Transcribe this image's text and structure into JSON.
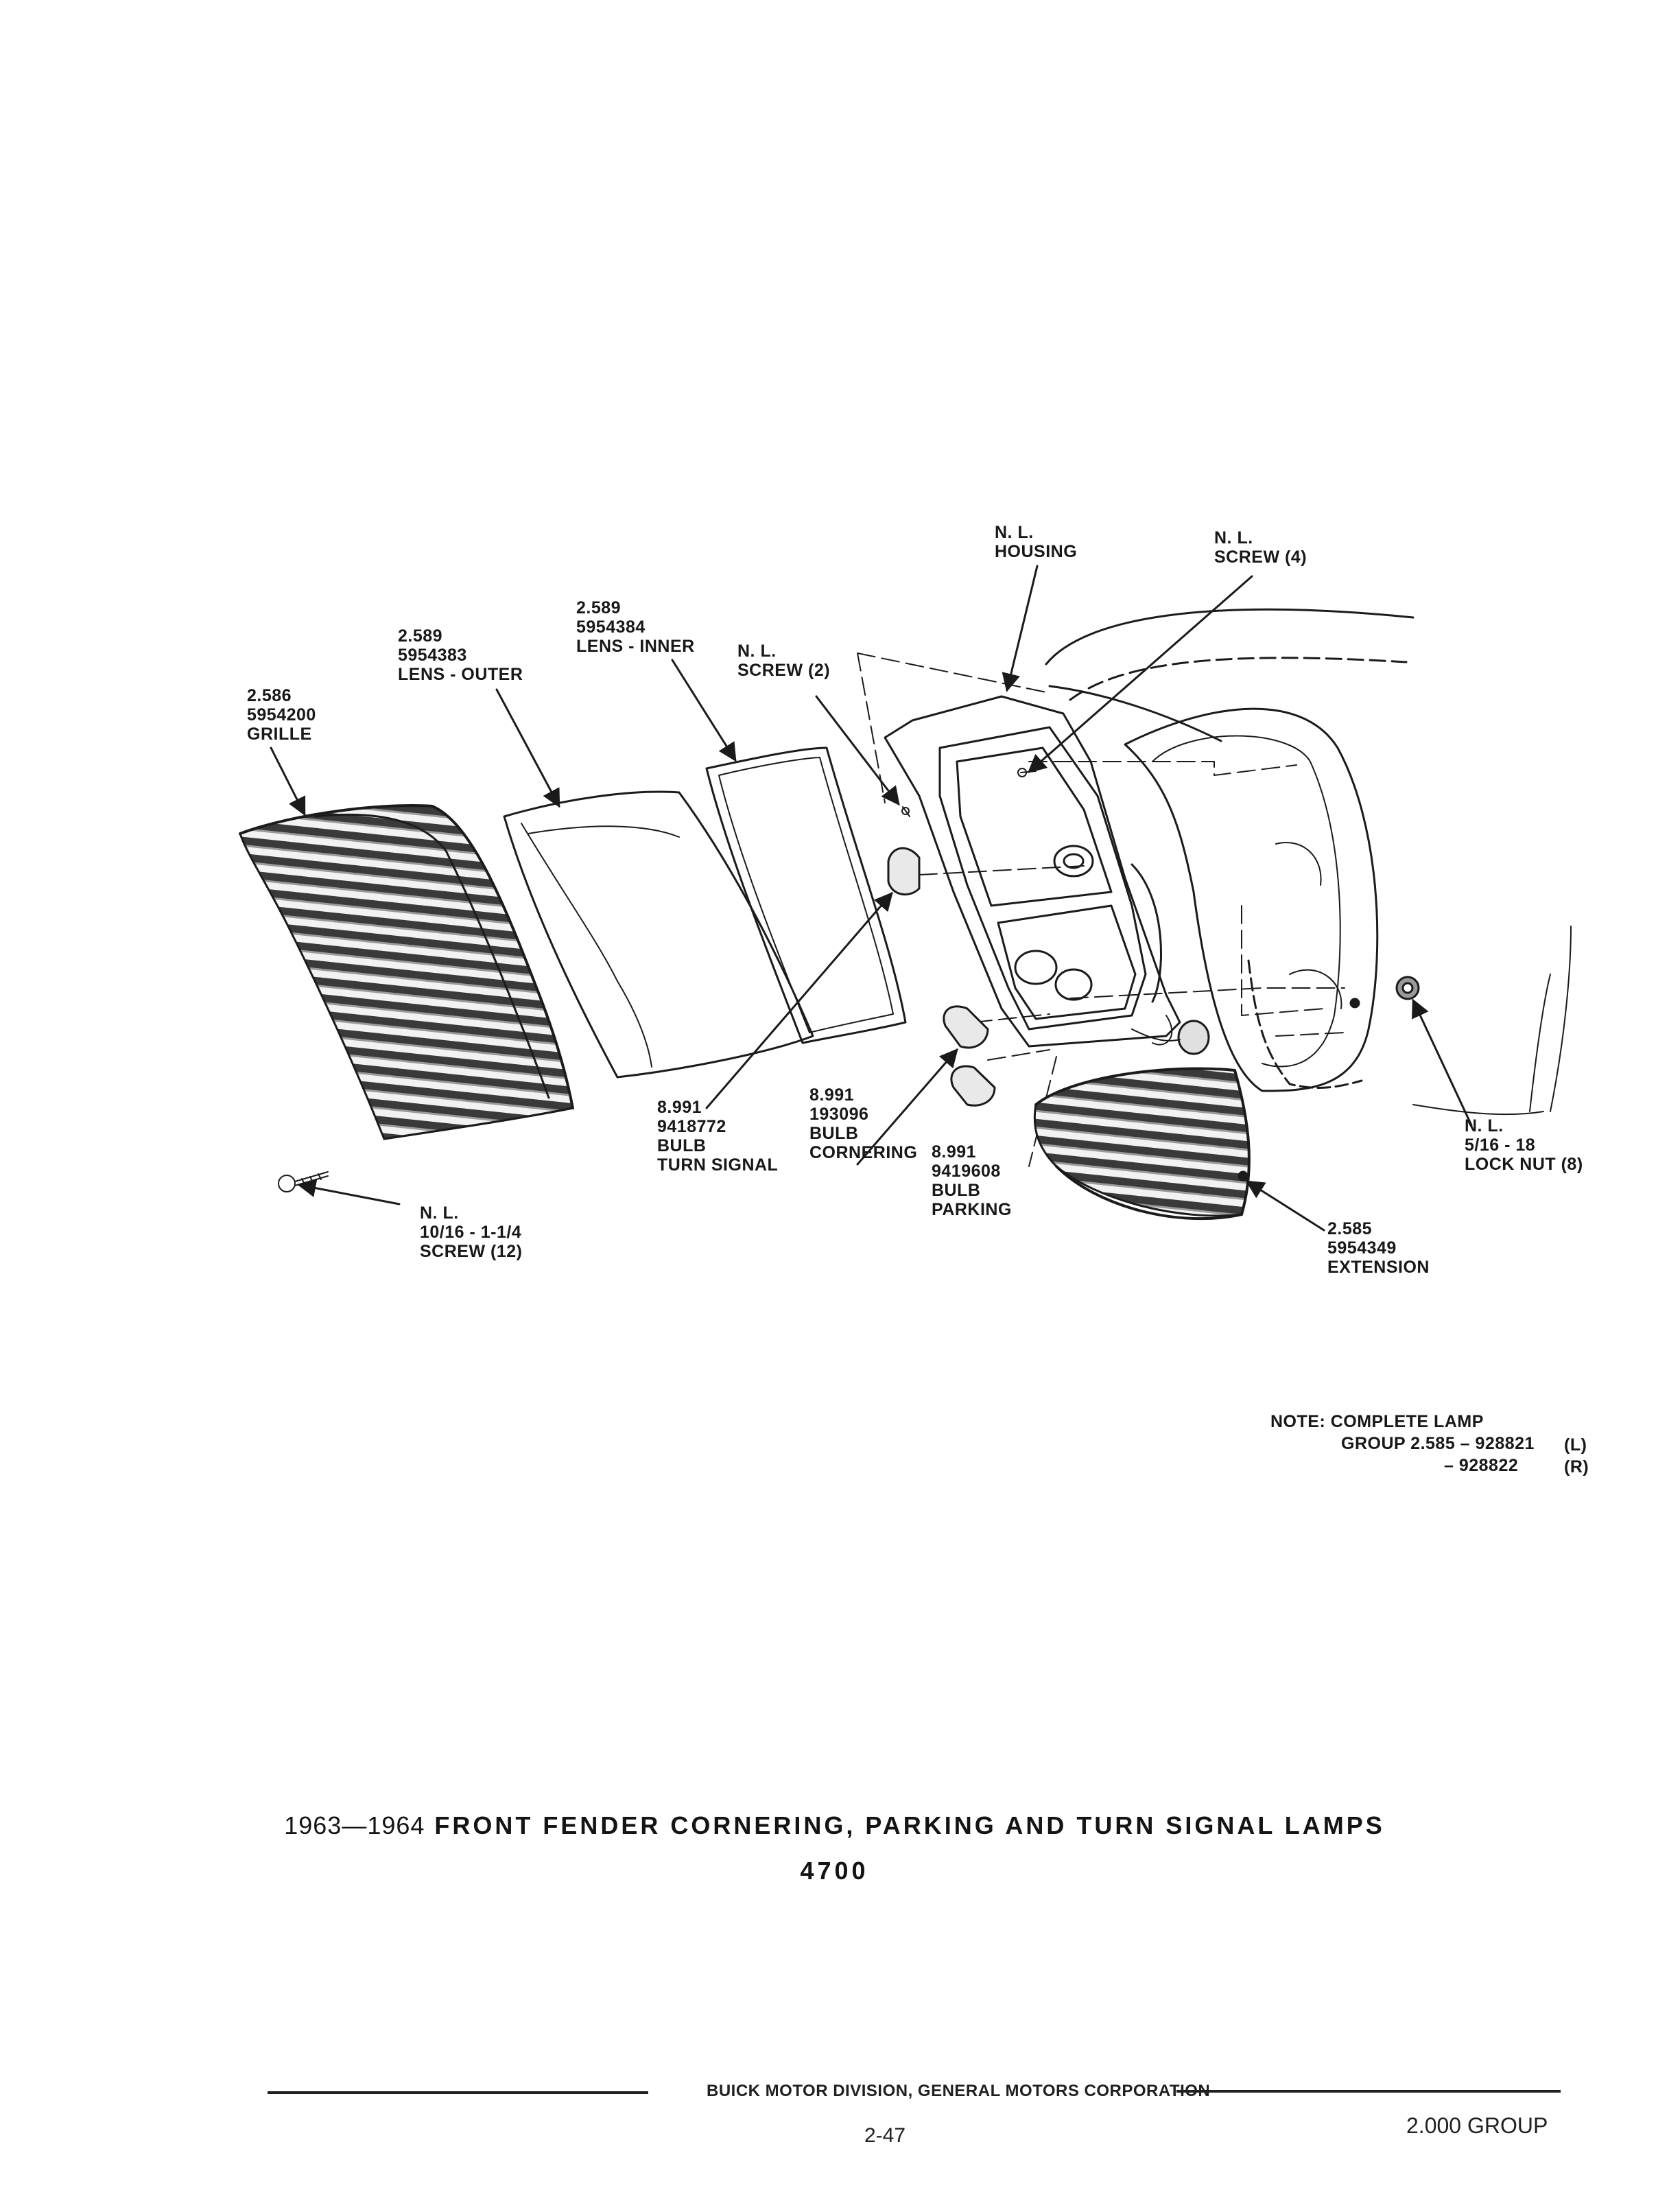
{
  "labels": {
    "housing": [
      "N. L.",
      "HOUSING"
    ],
    "screw_top": [
      "N. L.",
      "SCREW (4)"
    ],
    "lens_inner": [
      "2.589",
      "5954384",
      "LENS - INNER"
    ],
    "screw2": [
      "N. L.",
      "SCREW (2)"
    ],
    "lens_outer": [
      "2.589",
      "5954383",
      "LENS - OUTER"
    ],
    "grille": [
      "2.586",
      "5954200",
      "GRILLE"
    ],
    "bulb_turn": [
      "8.991",
      "9418772",
      "BULB",
      "TURN SIGNAL"
    ],
    "bulb_corner": [
      "8.991",
      "193096",
      "BULB",
      "CORNERING"
    ],
    "bulb_park": [
      "8.991",
      "9419608",
      "BULB",
      "PARKING"
    ],
    "screw12": [
      "N. L.",
      "10/16 - 1-1/4",
      "SCREW (12)"
    ],
    "extension": [
      "2.585",
      "5954349",
      "EXTENSION"
    ],
    "lock_nut": [
      "N. L.",
      "5/16 - 18",
      "LOCK NUT (8)"
    ]
  },
  "note": {
    "line1": "NOTE:  COMPLETE LAMP",
    "line2": "GROUP 2.585 – 928821",
    "line2_side": "(L)",
    "line3": "– 928822",
    "line3_side": "(R)"
  },
  "title": {
    "years": "1963—1964",
    "text": "FRONT FENDER CORNERING, PARKING AND TURN SIGNAL LAMPS",
    "code": "4700"
  },
  "footer": {
    "org": "BUICK MOTOR DIVISION, GENERAL MOTORS CORPORATION",
    "page": "2-47",
    "group": "2.000 GROUP"
  }
}
